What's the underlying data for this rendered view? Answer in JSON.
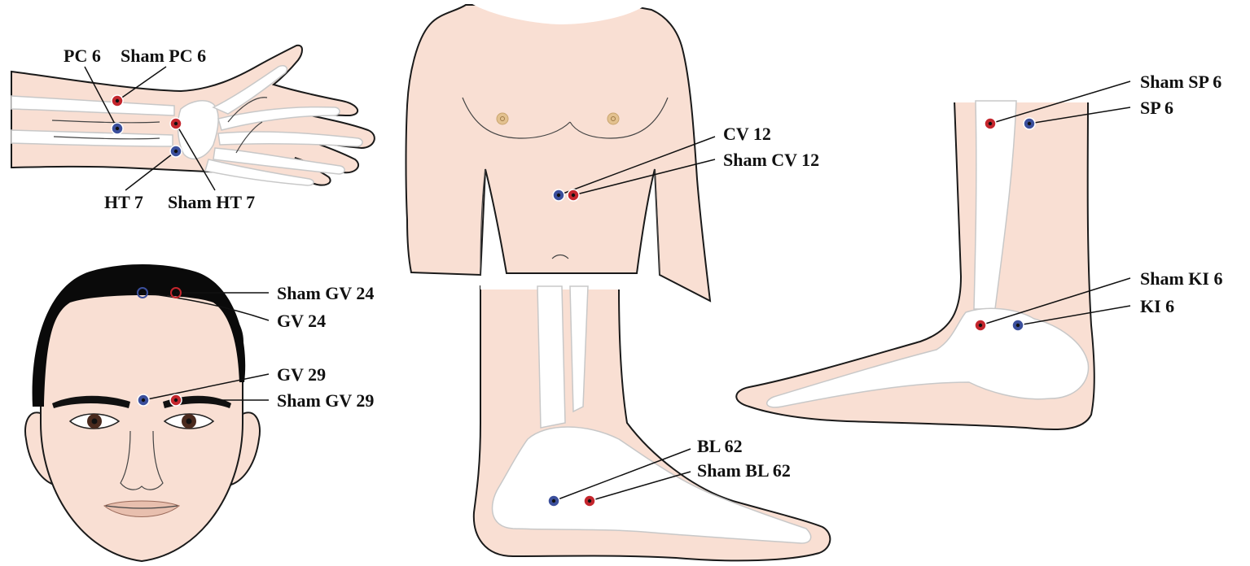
{
  "colors": {
    "skin": "#f9dfd3",
    "outline": "#1a1a1a",
    "bone": "#ffffff",
    "hair": "#0a0a0a",
    "true_point": "#3b4f9c",
    "sham_point": "#c4262d"
  },
  "labels": {
    "pc6": "PC 6",
    "sham_pc6": "Sham PC 6",
    "ht7": "HT 7",
    "sham_ht7": "Sham HT 7",
    "cv12": "CV 12",
    "sham_cv12": "Sham CV 12",
    "sham_sp6": "Sham SP 6",
    "sp6": "SP 6",
    "sham_gv24": "Sham GV 24",
    "gv24": "GV 24",
    "gv29": "GV 29",
    "sham_gv29": "Sham GV 29",
    "sham_ki6": "Sham KI 6",
    "ki6": "KI 6",
    "bl62": "BL 62",
    "sham_bl62": "Sham BL 62"
  }
}
